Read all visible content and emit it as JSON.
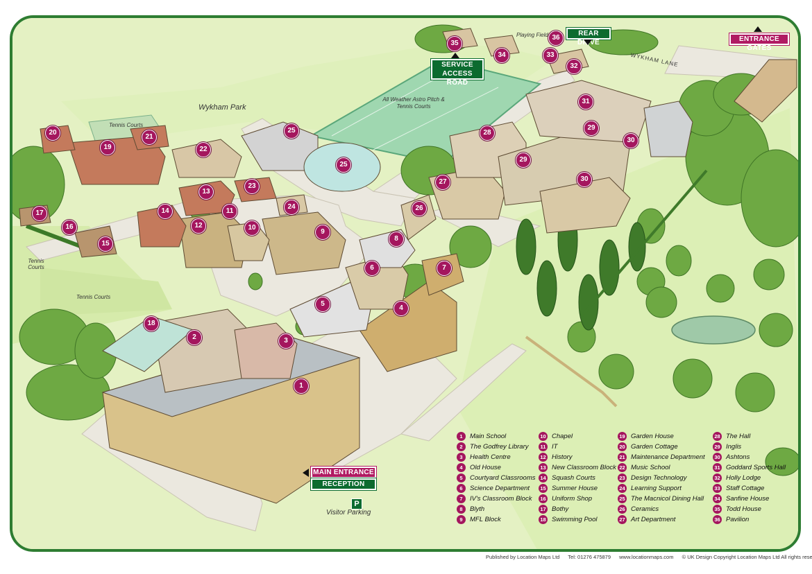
{
  "map": {
    "labels": {
      "wykham_park": "Wykham Park",
      "tennis_courts_top": "Tennis Courts",
      "tennis_courts_left": "Tennis Courts",
      "tennis_courts_lower": "Tennis Courts",
      "playing_field": "Playing Field",
      "astro_pitch": "All Weather Astro Pitch & Tennis Courts",
      "wykham_lane": "WYKHAM LANE",
      "visitor_parking": "Visitor Parking",
      "parking_symbol": "P"
    },
    "signs": {
      "rear_drive": "REAR DRIVE",
      "entrance_gates": "ENTRANCE GATES",
      "service_access_road_1": "SERVICE",
      "service_access_road_2": "ACCESS ROAD",
      "main_entrance": "MAIN ENTRANCE",
      "reception": "RECEPTION"
    },
    "colors": {
      "frame": "#2e7d32",
      "grass": "#d8ecb0",
      "road": "#e9e6dc",
      "badge": "#a4165e",
      "sign_green": "#0c6b2f",
      "sign_pink": "#b01a62"
    }
  },
  "legend": {
    "col1": [
      {
        "n": "1",
        "name": "Main School"
      },
      {
        "n": "2",
        "name": "The Godfrey Library"
      },
      {
        "n": "3",
        "name": "Health Centre"
      },
      {
        "n": "4",
        "name": "Old House"
      },
      {
        "n": "5",
        "name": "Courtyard Classrooms"
      },
      {
        "n": "6",
        "name": "Science Department"
      },
      {
        "n": "7",
        "name": "IV's Classroom Block"
      },
      {
        "n": "8",
        "name": "Blyth"
      },
      {
        "n": "9",
        "name": "MFL Block"
      }
    ],
    "col2": [
      {
        "n": "10",
        "name": "Chapel"
      },
      {
        "n": "11",
        "name": "IT"
      },
      {
        "n": "12",
        "name": "History"
      },
      {
        "n": "13",
        "name": "New Classroom Block"
      },
      {
        "n": "14",
        "name": "Squash Courts"
      },
      {
        "n": "15",
        "name": "Summer House"
      },
      {
        "n": "16",
        "name": "Uniform Shop"
      },
      {
        "n": "17",
        "name": "Bothy"
      },
      {
        "n": "18",
        "name": "Swimming Pool"
      }
    ],
    "col3": [
      {
        "n": "19",
        "name": "Garden House"
      },
      {
        "n": "20",
        "name": "Garden Cottage"
      },
      {
        "n": "21",
        "name": "Maintenance Department"
      },
      {
        "n": "22",
        "name": "Music School"
      },
      {
        "n": "23",
        "name": "Design Technology"
      },
      {
        "n": "24",
        "name": "Learning Support"
      },
      {
        "n": "25",
        "name": "The Macnicol Dining Hall"
      },
      {
        "n": "26",
        "name": "Ceramics"
      },
      {
        "n": "27",
        "name": "Art Department"
      }
    ],
    "col4": [
      {
        "n": "28",
        "name": "The Hall"
      },
      {
        "n": "29",
        "name": "Inglis"
      },
      {
        "n": "30",
        "name": "Ashtons"
      },
      {
        "n": "31",
        "name": "Goddard Sports Hall"
      },
      {
        "n": "32",
        "name": "Holly Lodge"
      },
      {
        "n": "33",
        "name": "Staff Cottage"
      },
      {
        "n": "34",
        "name": "Sanfine House"
      },
      {
        "n": "35",
        "name": "Todd House"
      },
      {
        "n": "36",
        "name": "Pavilion"
      }
    ]
  },
  "footer": {
    "publisher": "Published by Location Maps Ltd",
    "tel": "Tel: 01276 475879",
    "web": "www.locationmaps.com",
    "copyright": "© UK Design Copyright Location Maps Ltd   All rights reserved"
  }
}
